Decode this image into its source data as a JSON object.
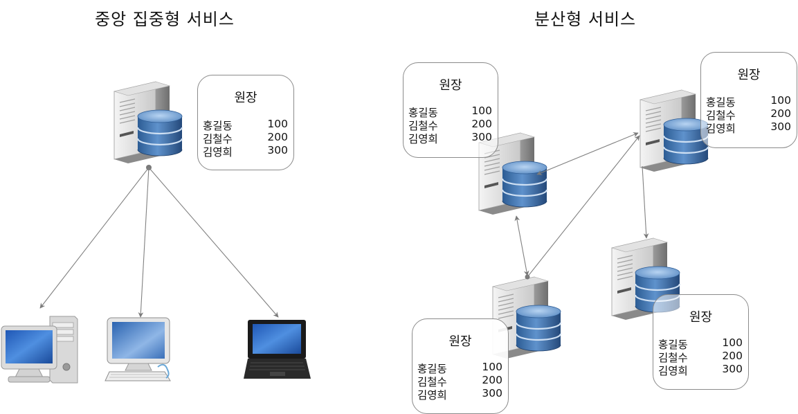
{
  "titles": {
    "central": "중앙 집중형 서비스",
    "distributed": "분산형 서비스"
  },
  "ledger": {
    "header": "원장",
    "rows": [
      {
        "name": "홍길동",
        "value": "100"
      },
      {
        "name": "김철수",
        "value": "200"
      },
      {
        "name": "김영희",
        "value": "300"
      }
    ]
  },
  "icons": {
    "server": "server-database-icon",
    "desktop": "desktop-tower-icon",
    "monitor": "monitor-keyboard-icon",
    "laptop": "laptop-icon"
  },
  "colors": {
    "arrow": "#808080",
    "db_blue": "#3b6ea8",
    "box_border": "#8a8a8a"
  }
}
